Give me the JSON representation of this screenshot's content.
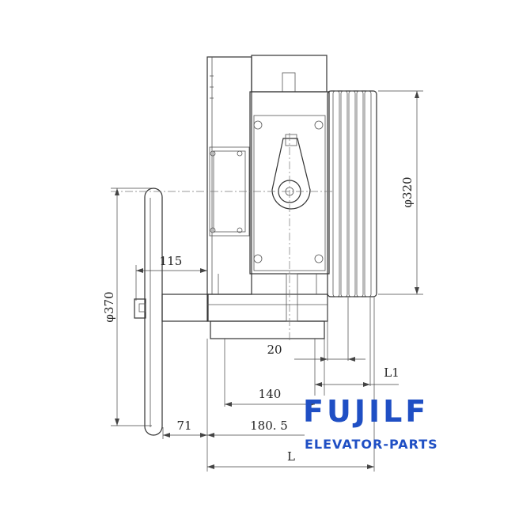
{
  "drawing": {
    "dimensions": {
      "dia_320": "φ320",
      "dia_370": "φ370",
      "d_115": "115",
      "d_20": "20",
      "d_L1": "L1",
      "d_140": "140",
      "d_71": "71",
      "d_180_5": "180. 5",
      "d_L": "L"
    }
  },
  "logo": {
    "brand": "FUJILF",
    "tagline": "ELEVATOR-PARTS",
    "color": "#1f4fc4"
  }
}
